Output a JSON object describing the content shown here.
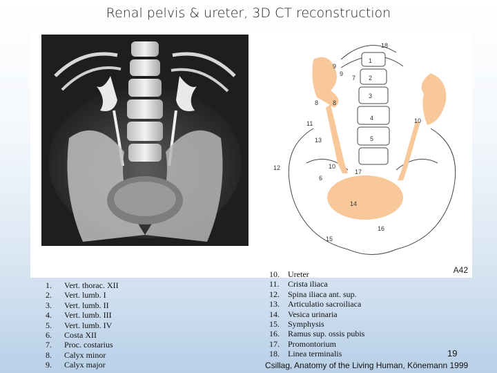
{
  "slide": {
    "title": "Renal pelvis & ureter, 3D CT reconstruction",
    "page_number": "19",
    "citation": "Csillag, Anatomy of the Living Human, Könemann 1999"
  },
  "figure": {
    "plate_label": "A42",
    "diagram_labels": [
      "1",
      "2",
      "3",
      "4",
      "5",
      "6",
      "7",
      "8",
      "8",
      "9",
      "9",
      "10",
      "10",
      "11",
      "12",
      "13",
      "14",
      "15",
      "16",
      "17",
      "18"
    ],
    "colors": {
      "urinary": "#f8c89a",
      "ct_background": "#1e1e1e",
      "bone": "#e6e6e6"
    }
  },
  "legend_left": [
    {
      "num": "1.",
      "text": "Vert. thorac. XII"
    },
    {
      "num": "2.",
      "text": "Vert. lumb. I"
    },
    {
      "num": "3.",
      "text": "Vert. lumb. II"
    },
    {
      "num": "4.",
      "text": "Vert. lumb. III"
    },
    {
      "num": "5.",
      "text": "Vert. lumb. IV"
    },
    {
      "num": "6.",
      "text": "Costa XII"
    },
    {
      "num": "7.",
      "text": "Proc. costarius"
    },
    {
      "num": "8.",
      "text": "Calyx minor"
    },
    {
      "num": "9.",
      "text": "Calyx major"
    }
  ],
  "legend_right": [
    {
      "num": "10.",
      "text": "Ureter"
    },
    {
      "num": "11.",
      "text": "Crista iliaca"
    },
    {
      "num": "12.",
      "text": "Spina iliaca ant. sup."
    },
    {
      "num": "13.",
      "text": "Articulatio sacroiliaca"
    },
    {
      "num": "14.",
      "text": "Vesica urinaria"
    },
    {
      "num": "15.",
      "text": "Symphysis"
    },
    {
      "num": "16.",
      "text": "Ramus sup. ossis pubis"
    },
    {
      "num": "17.",
      "text": "Promontorium"
    },
    {
      "num": "18.",
      "text": "Linea terminalis"
    }
  ]
}
